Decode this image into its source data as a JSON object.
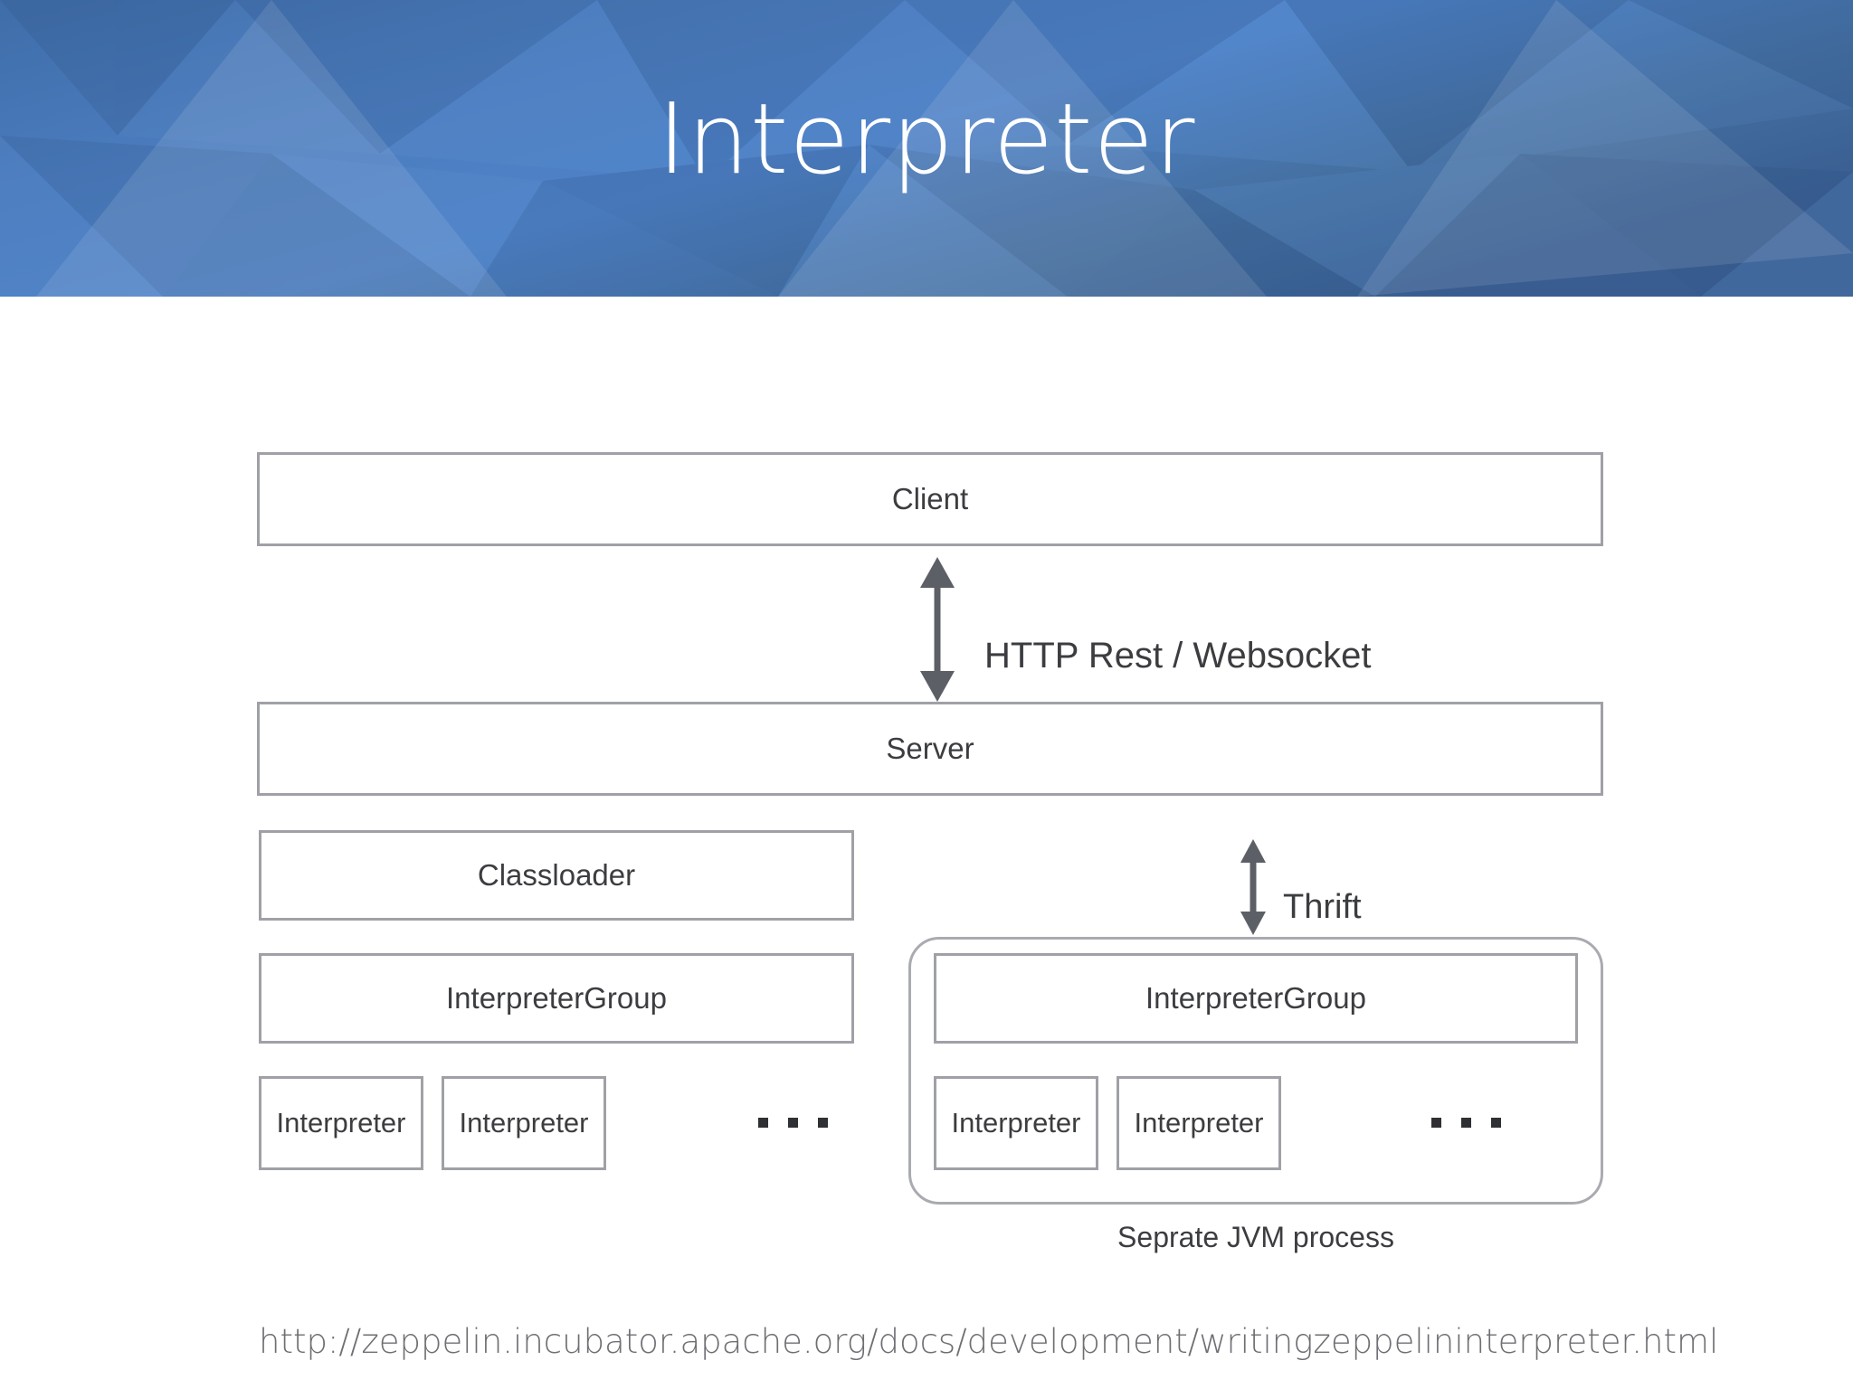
{
  "slide": {
    "title": "Interpreter",
    "header_gradient_start": "#3d6ba8",
    "header_gradient_end": "#3a5f91",
    "title_color": "#ffffff",
    "background_color": "#ffffff"
  },
  "diagram": {
    "type": "architecture-block-diagram",
    "box_border_color": "#9fa1a6",
    "text_color": "#3b3d40",
    "arrow_color": "#5c6066",
    "nodes": {
      "client": "Client",
      "server": "Server",
      "classloader": "Classloader",
      "interpreter_group_left": "InterpreterGroup",
      "interpreter_group_right": "InterpreterGroup",
      "interpreter_left_1": "Interpreter",
      "interpreter_left_2": "Interpreter",
      "interpreter_right_1": "Interpreter",
      "interpreter_right_2": "Interpreter"
    },
    "edges": {
      "client_to_server": "HTTP Rest / Websocket",
      "server_to_jvm": "Thrift"
    },
    "jvm_caption": "Seprate JVM process",
    "ellipsis_glyph": "..."
  },
  "footer": {
    "source_url": "http://zeppelin.incubator.apache.org/docs/development/writingzeppelininterpreter.html"
  }
}
